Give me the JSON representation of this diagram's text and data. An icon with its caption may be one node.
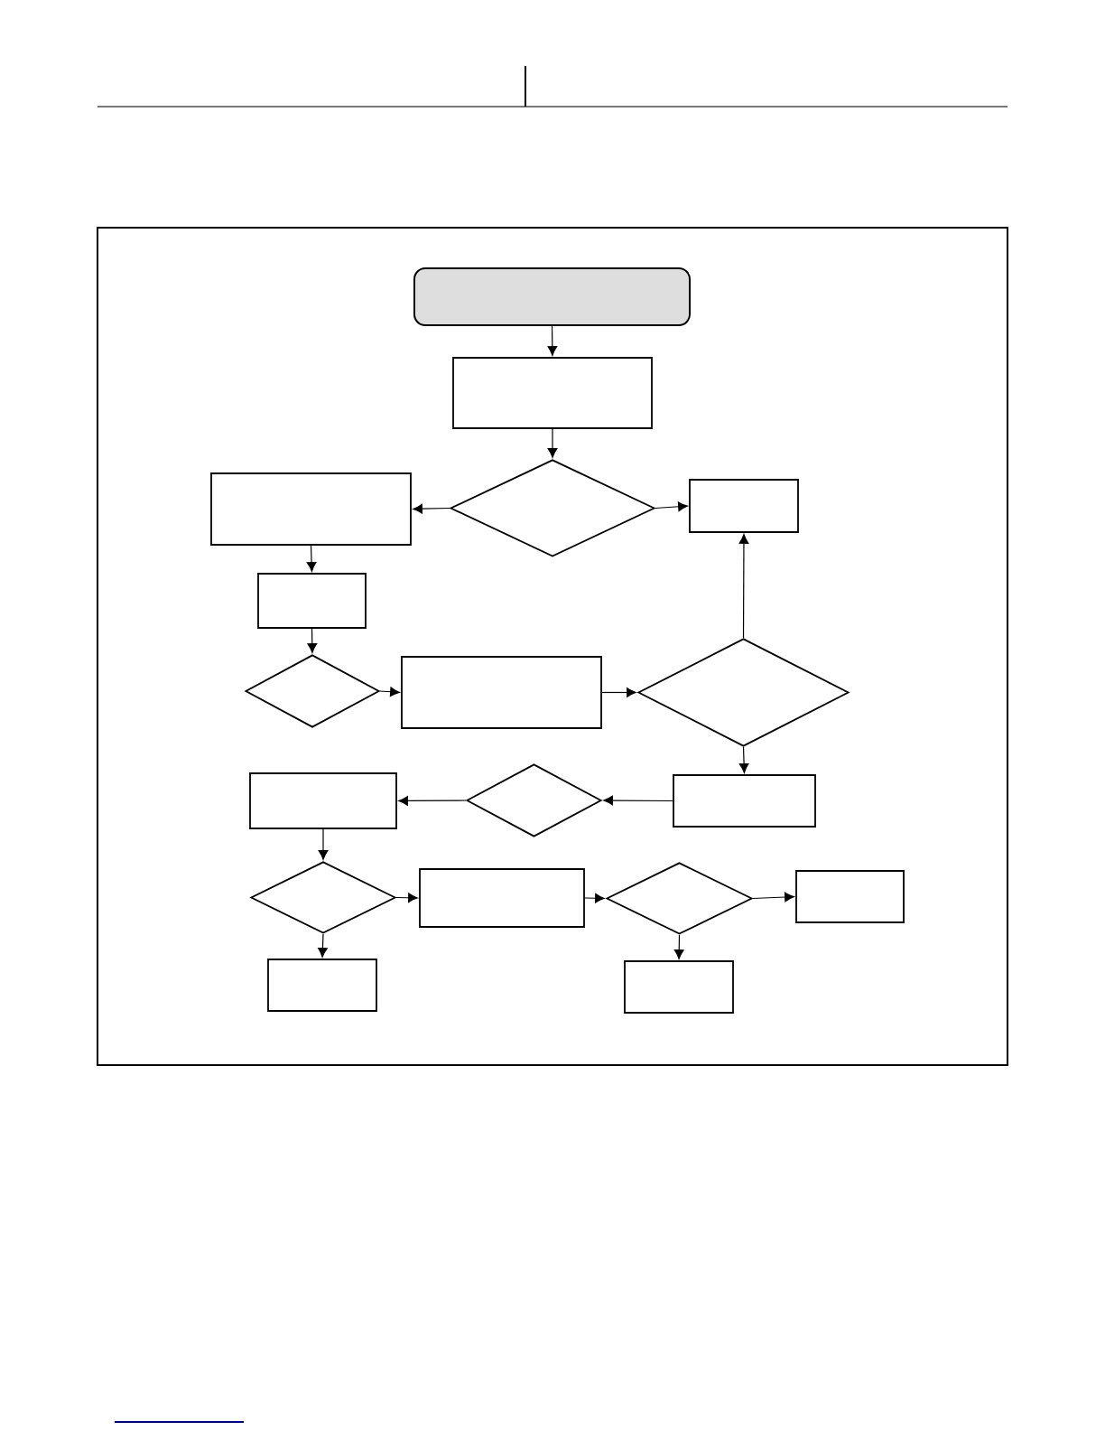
{
  "diagram": {
    "nodes": [
      {
        "text": [],
        "shape": "terminal"
      },
      {
        "text": [],
        "shape": "box"
      },
      {
        "text": [],
        "shape": "diamond"
      },
      {
        "text": [],
        "shape": "box"
      },
      {
        "text": [],
        "shape": "box"
      },
      {
        "text": [],
        "shape": "box"
      },
      {
        "text": [],
        "shape": "diamond"
      },
      {
        "text": [],
        "shape": "box"
      },
      {
        "text": [],
        "shape": "diamond"
      },
      {
        "text": [],
        "shape": "box"
      },
      {
        "text": [],
        "shape": "diamond"
      },
      {
        "text": [],
        "shape": "box"
      },
      {
        "text": [],
        "shape": "diamond"
      },
      {
        "text": [],
        "shape": "box"
      },
      {
        "text": [],
        "shape": "diamond"
      },
      {
        "text": [],
        "shape": "box"
      },
      {
        "text": [],
        "shape": "box"
      },
      {
        "text": [],
        "shape": "box"
      }
    ],
    "edges": [
      {
        "from": 0,
        "to": 1,
        "arrow": "to"
      },
      {
        "from": 1,
        "to": 2,
        "arrow": "to"
      },
      {
        "from": 2,
        "to": 3,
        "arrow": "to"
      },
      {
        "from": 2,
        "to": 4,
        "arrow": "to"
      },
      {
        "from": 3,
        "to": 5,
        "arrow": "to"
      },
      {
        "from": 5,
        "to": 6,
        "arrow": "to"
      },
      {
        "from": 6,
        "to": 7,
        "arrow": "to"
      },
      {
        "from": 7,
        "to": 8,
        "arrow": "to"
      },
      {
        "from": 8,
        "to": 4,
        "arrow": "to"
      },
      {
        "from": 8,
        "to": 9,
        "arrow": "to"
      },
      {
        "from": 9,
        "to": 10,
        "arrow": "to"
      },
      {
        "from": 10,
        "to": 11,
        "arrow": "to"
      },
      {
        "from": 11,
        "to": 12,
        "arrow": "to"
      },
      {
        "from": 12,
        "to": 13,
        "arrow": "to"
      },
      {
        "from": 12,
        "to": 16,
        "arrow": "to"
      },
      {
        "from": 13,
        "to": 14,
        "arrow": "to"
      },
      {
        "from": 14,
        "to": 15,
        "arrow": "to"
      },
      {
        "from": 14,
        "to": 17,
        "arrow": "to"
      }
    ]
  }
}
